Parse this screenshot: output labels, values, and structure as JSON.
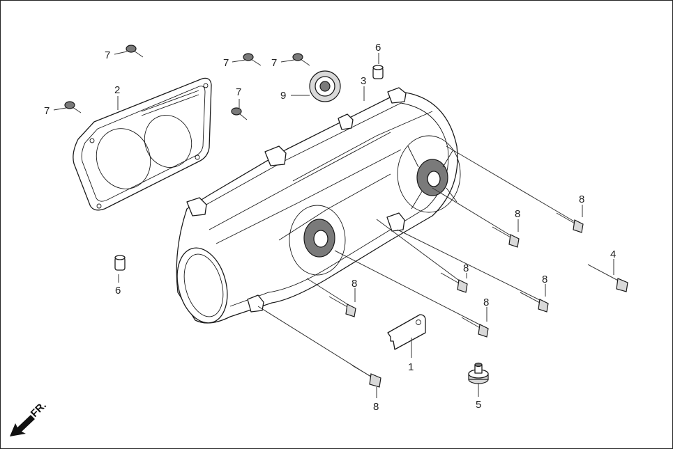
{
  "callouts": {
    "c1": "1",
    "c2": "2",
    "c3": "3",
    "c4": "4",
    "c5": "5",
    "c6a": "6",
    "c6b": "6",
    "c7a": "7",
    "c7b": "7",
    "c7c": "7",
    "c7d": "7",
    "c7e": "7",
    "c8a": "8",
    "c8b": "8",
    "c8c": "8",
    "c8d": "8",
    "c8e": "8",
    "c8f": "8",
    "c8g": "8",
    "c9": "9"
  },
  "direction": {
    "label": "FR."
  }
}
